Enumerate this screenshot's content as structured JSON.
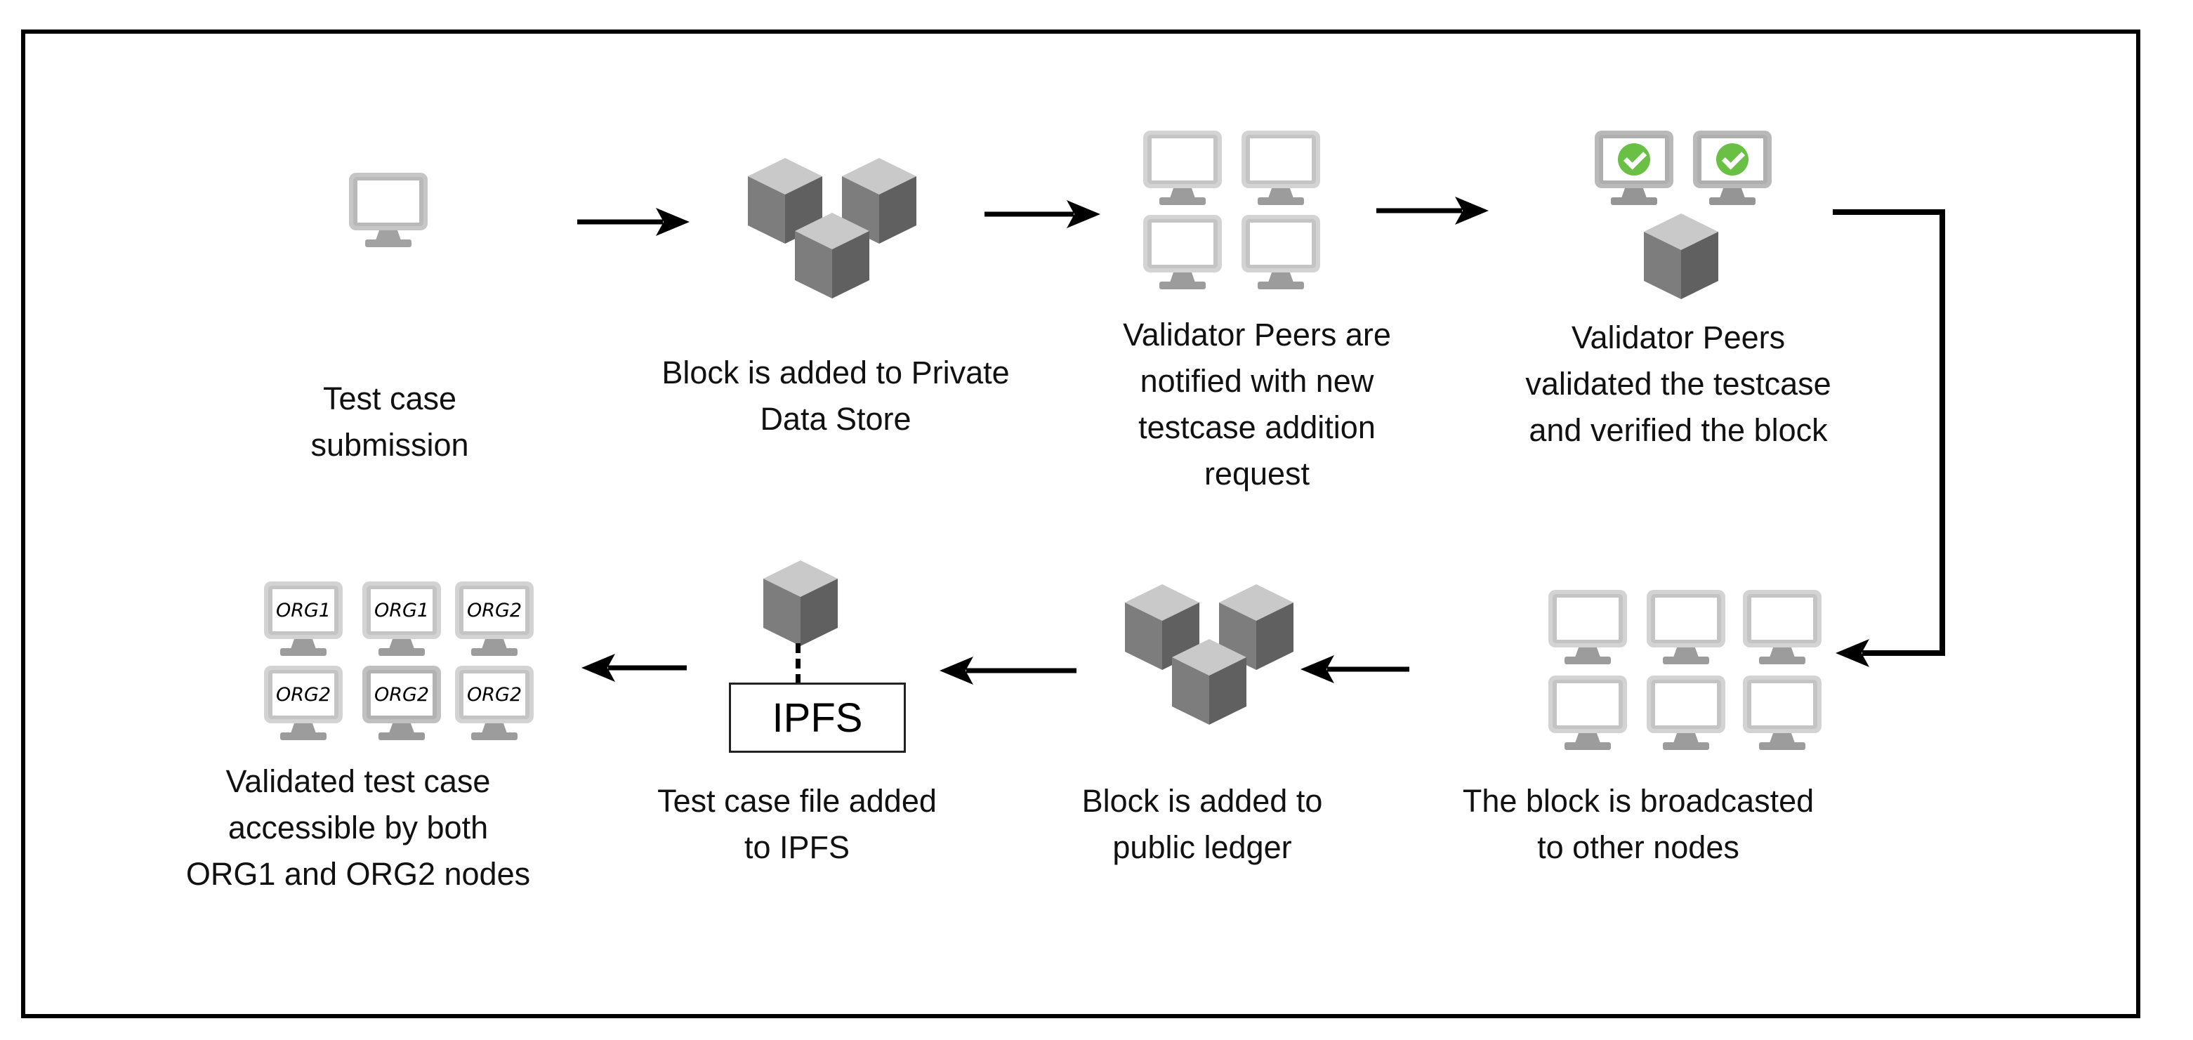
{
  "diagram": {
    "type": "flowchart",
    "topic": "Blockchain test case validation workflow",
    "steps": [
      {
        "name": "test-case-submission",
        "icon": "monitor",
        "label_lines": [
          "Test case",
          "submission"
        ]
      },
      {
        "name": "private-data-store",
        "icon": "block-cubes",
        "label_lines": [
          "Block is added to Private",
          "Data Store"
        ]
      },
      {
        "name": "validators-notified",
        "icon": "monitor-grid-2x2",
        "label_lines": [
          "Validator Peers are",
          "notified with new",
          "testcase addition",
          "request"
        ]
      },
      {
        "name": "validators-validated",
        "icon": "monitors-with-checkmarks-and-cube",
        "label_lines": [
          "Validator Peers",
          "validated the testcase",
          "and verified the block"
        ]
      },
      {
        "name": "block-broadcast",
        "icon": "monitor-grid-3x2",
        "label_lines": [
          "The block is broadcasted",
          "to other nodes"
        ]
      },
      {
        "name": "public-ledger",
        "icon": "block-cubes",
        "label_lines": [
          "Block is added to",
          "public ledger"
        ]
      },
      {
        "name": "ipfs-upload",
        "icon": "cube-linked-to-box",
        "box_label": "IPFS",
        "label_lines": [
          "Test case file added",
          "to IPFS"
        ]
      },
      {
        "name": "org-access",
        "icon": "monitor-grid-3x2-labeled",
        "screen_labels": [
          "ORG1",
          "ORG1",
          "ORG2",
          "ORG2",
          "ORG2",
          "ORG2"
        ],
        "label_lines": [
          "Validated test case",
          "accessible by both",
          "ORG1 and ORG2 nodes"
        ]
      }
    ],
    "colors": {
      "check_green": "#6abf45",
      "cube_top": "#c9c9c9",
      "cube_left": "#7d7d7d",
      "cube_right": "#606060",
      "monitor_frame": "#cdcdcd",
      "monitor_stand": "#9a9a9a",
      "arrow": "#000000",
      "background": "#ffffff"
    }
  }
}
